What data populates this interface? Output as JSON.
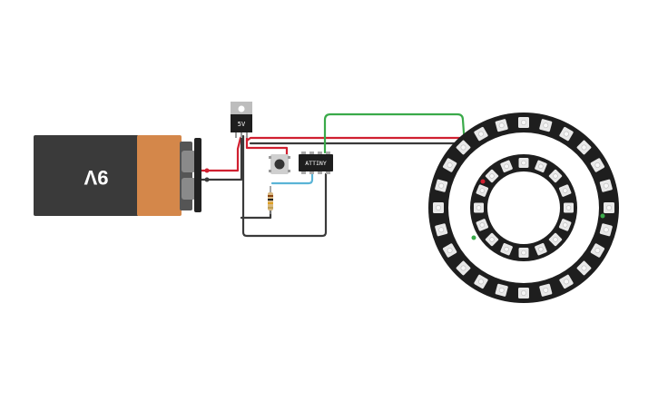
{
  "components": {
    "battery": {
      "label": "9V"
    },
    "regulator": {
      "label": "5V"
    },
    "microcontroller": {
      "label": "ATTINY"
    },
    "pushbutton": {},
    "resistor": {},
    "neopixel_ring_outer": {
      "led_count": 24
    },
    "neopixel_ring_inner": {
      "led_count": 16
    }
  },
  "colors": {
    "background": "#ffffff",
    "wire_red": "#d02030",
    "wire_black": "#3a3a3a",
    "wire_green": "#3aaa4a",
    "wire_cyan": "#5ab4d6",
    "battery_body": "#3a3a3a",
    "battery_cap": "#d4874a",
    "pcb": "#1e1e1e",
    "led": "#e8e8e8"
  }
}
